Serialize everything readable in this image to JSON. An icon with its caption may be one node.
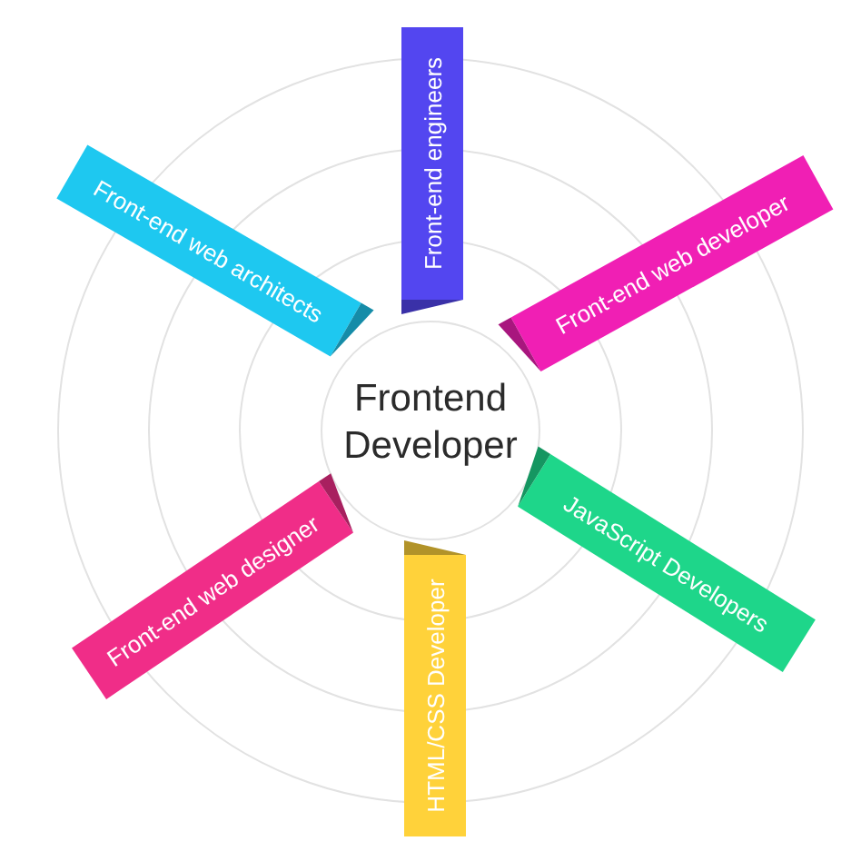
{
  "diagram": {
    "nodes": [
      {
        "text": [
          "Frontend Developer"
        ]
      },
      {
        "text": [
          "Front-end engineers"
        ]
      },
      {
        "text": [
          "Front-end web developer"
        ]
      },
      {
        "text": [
          "JavaScript Developers"
        ]
      },
      {
        "text": [
          "HTML/CSS Developer"
        ]
      },
      {
        "text": [
          "Front-end web designer"
        ]
      },
      {
        "text": [
          "Front-end web architects"
        ]
      }
    ]
  }
}
